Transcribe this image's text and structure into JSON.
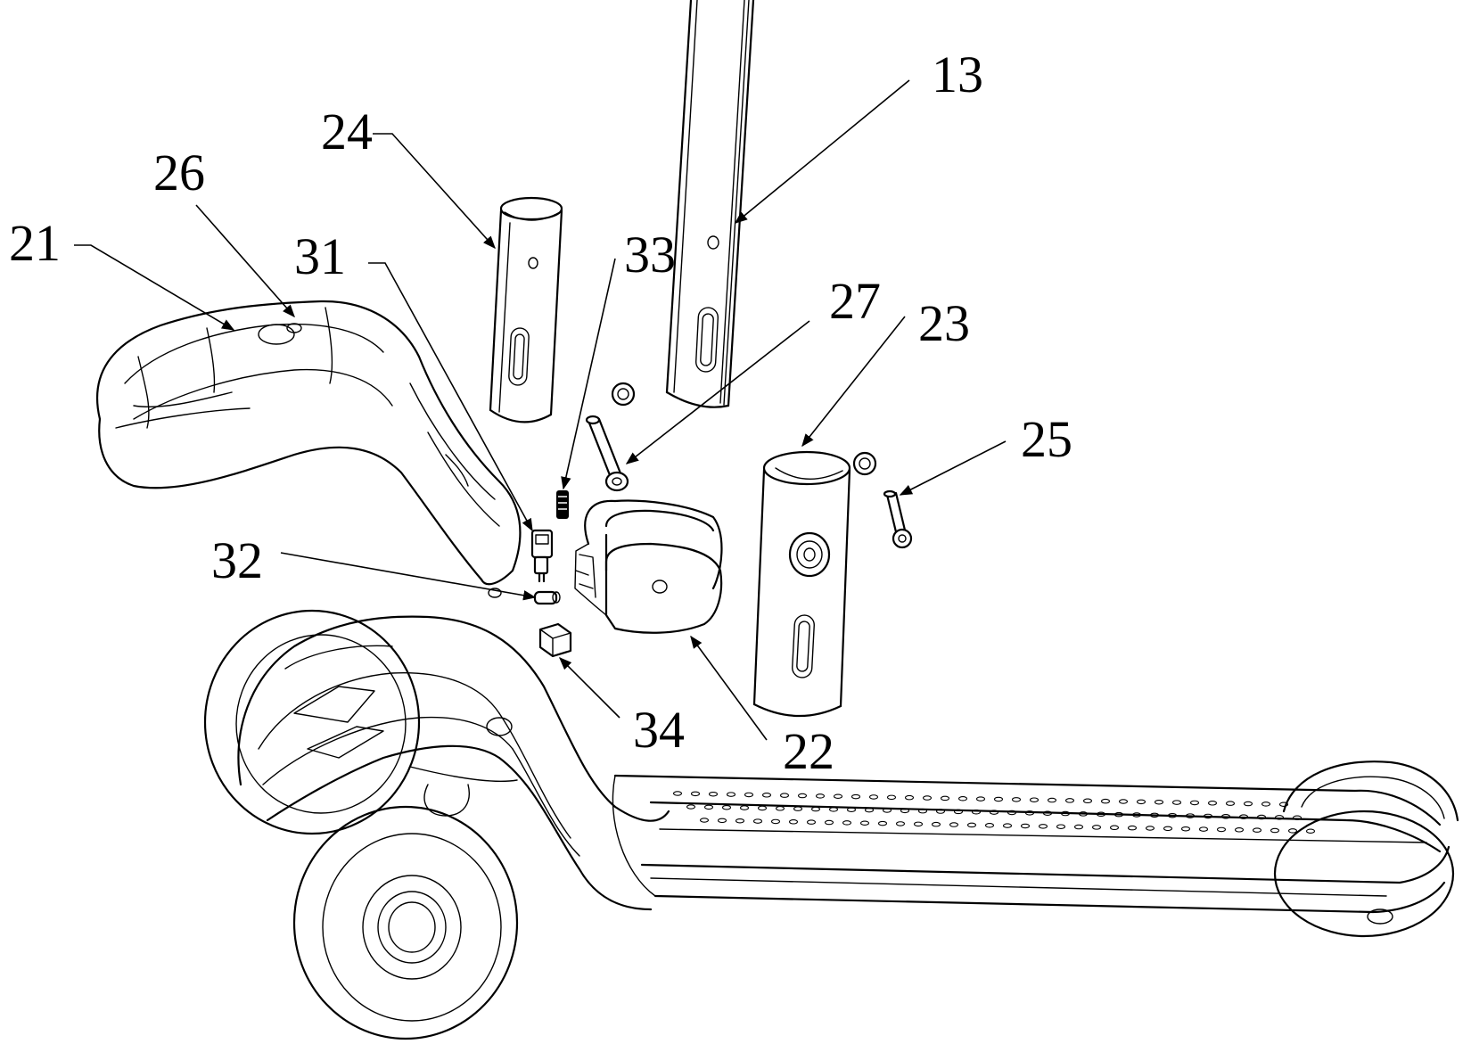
{
  "figure": {
    "reference_numerals": {
      "n13": "13",
      "n21": "21",
      "n22": "22",
      "n23": "23",
      "n24": "24",
      "n25": "25",
      "n26": "26",
      "n27": "27",
      "n31": "31",
      "n32": "32",
      "n33": "33",
      "n34": "34"
    }
  }
}
